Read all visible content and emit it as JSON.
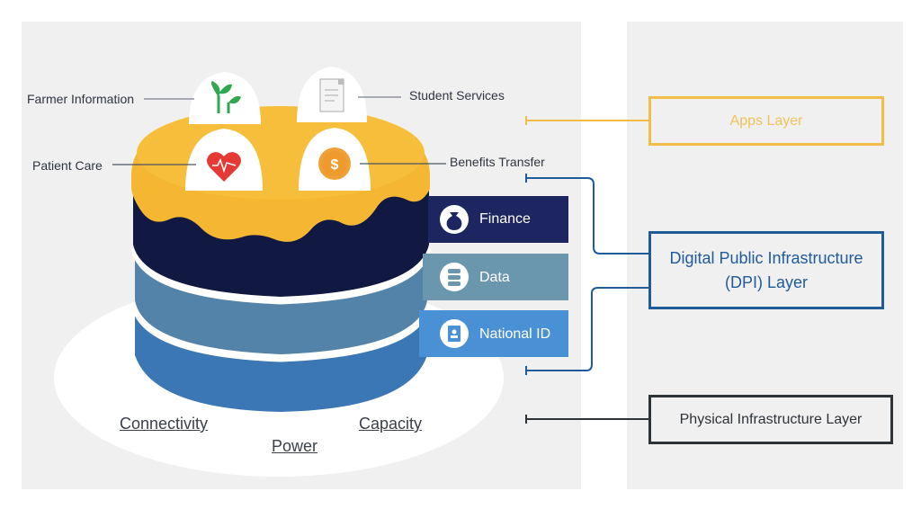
{
  "diagram": {
    "apps": [
      {
        "label": "Farmer Information",
        "icon": "sprout-icon"
      },
      {
        "label": "Student Services",
        "icon": "document-icon"
      },
      {
        "label": "Patient Care",
        "icon": "heart-pulse-icon"
      },
      {
        "label": "Benefits Transfer",
        "icon": "dollar-coin-icon"
      }
    ],
    "dpi_tiers": [
      {
        "label": "Finance",
        "icon": "money-bag-icon",
        "color": "#1d2660"
      },
      {
        "label": "Data",
        "icon": "database-icon",
        "color": "#6a97ae"
      },
      {
        "label": "National ID",
        "icon": "id-card-icon",
        "color": "#4a90d4"
      }
    ],
    "physical": [
      {
        "label": "Connectivity"
      },
      {
        "label": "Power"
      },
      {
        "label": "Capacity"
      }
    ],
    "layers": {
      "apps": {
        "label": "Apps Layer",
        "color": "#f1bd48"
      },
      "dpi": {
        "label": "Digital Public Infrastructure (DPI) Layer",
        "color": "#1f5a99"
      },
      "physical": {
        "label": "Physical Infrastructure Layer",
        "color": "#2e3338"
      }
    },
    "colors": {
      "icing": "#f5b731",
      "cake_top_layer": "#111943",
      "cake_mid_layer": "#5383a8",
      "cake_bottom_layer": "#3b77b5"
    }
  }
}
